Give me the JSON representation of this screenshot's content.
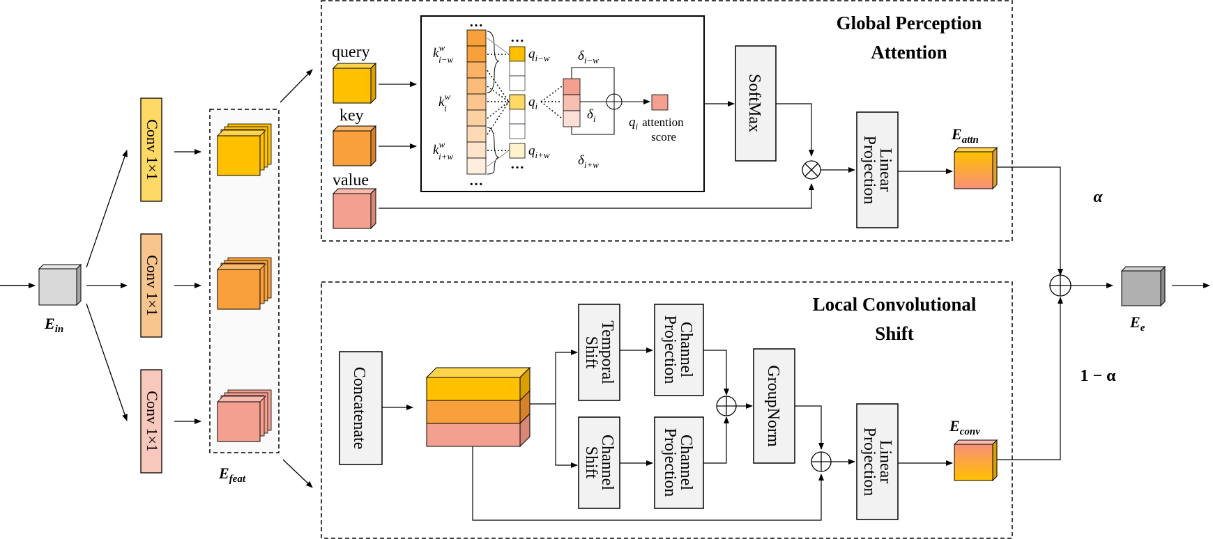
{
  "colors": {
    "yellow": "#FFC000",
    "orange": "#F8A13C",
    "pink": "#F4A090",
    "yellow_light": "#FFD966",
    "orange_light": "#F9C58E",
    "pink_light": "#F8C8BC",
    "gray_box": "#F2F2F2",
    "gray_cube": "#D9D9D9",
    "gray_cube_dark": "#B0B0B0"
  },
  "inputs": {
    "e_in_main": "E",
    "e_in_sub": "in",
    "e_feat_main": "E",
    "e_feat_sub": "feat",
    "e_e_main": "E",
    "e_e_sub": "e"
  },
  "conv_labels": [
    "Conv 1×1",
    "Conv 1×1",
    "Conv 1×1"
  ],
  "global": {
    "title_line1": "Global Perception",
    "title_line2": "Attention",
    "query": "query",
    "key": "key",
    "value": "value",
    "softmax": "SoftMax",
    "linear_line1": "Linear",
    "linear_line2": "Projection",
    "e_attn_main": "E",
    "e_attn_sub": "attn",
    "alpha": "α",
    "inset": {
      "k_top": "k",
      "k_top_sup": "w",
      "k_top_sub": "i−w",
      "k_mid": "k",
      "k_mid_sup": "w",
      "k_mid_sub": "i",
      "k_bot": "k",
      "k_bot_sup": "w",
      "k_bot_sub": "i+w",
      "q_top": "q",
      "q_top_sub": "i−w",
      "q_mid": "q",
      "q_mid_sub": "i",
      "q_bot": "q",
      "q_bot_sub": "i+w",
      "d_top": "δ",
      "d_top_sub": "i−w",
      "d_mid": "δ",
      "d_mid_sub": "i",
      "d_bot": "δ",
      "d_bot_sub": "i+w",
      "score_q": "q",
      "score_q_sub": "i",
      "score_line1": "attention",
      "score_line2": "score",
      "ellipsis": "…"
    }
  },
  "local": {
    "title_line1": "Local Convolutional",
    "title_line2": "Shift",
    "concatenate": "Concatenate",
    "temporal_line1": "Temporal",
    "temporal_line2": "Shift",
    "channel_shift_line1": "Channel",
    "channel_shift_line2": "Shift",
    "chproj_line1": "Channel",
    "chproj_line2": "Projection",
    "groupnorm": "GroupNorm",
    "linear_line1": "Linear",
    "linear_line2": "Projection",
    "e_conv_main": "E",
    "e_conv_sub": "conv",
    "one_minus_alpha": "1 − α"
  }
}
